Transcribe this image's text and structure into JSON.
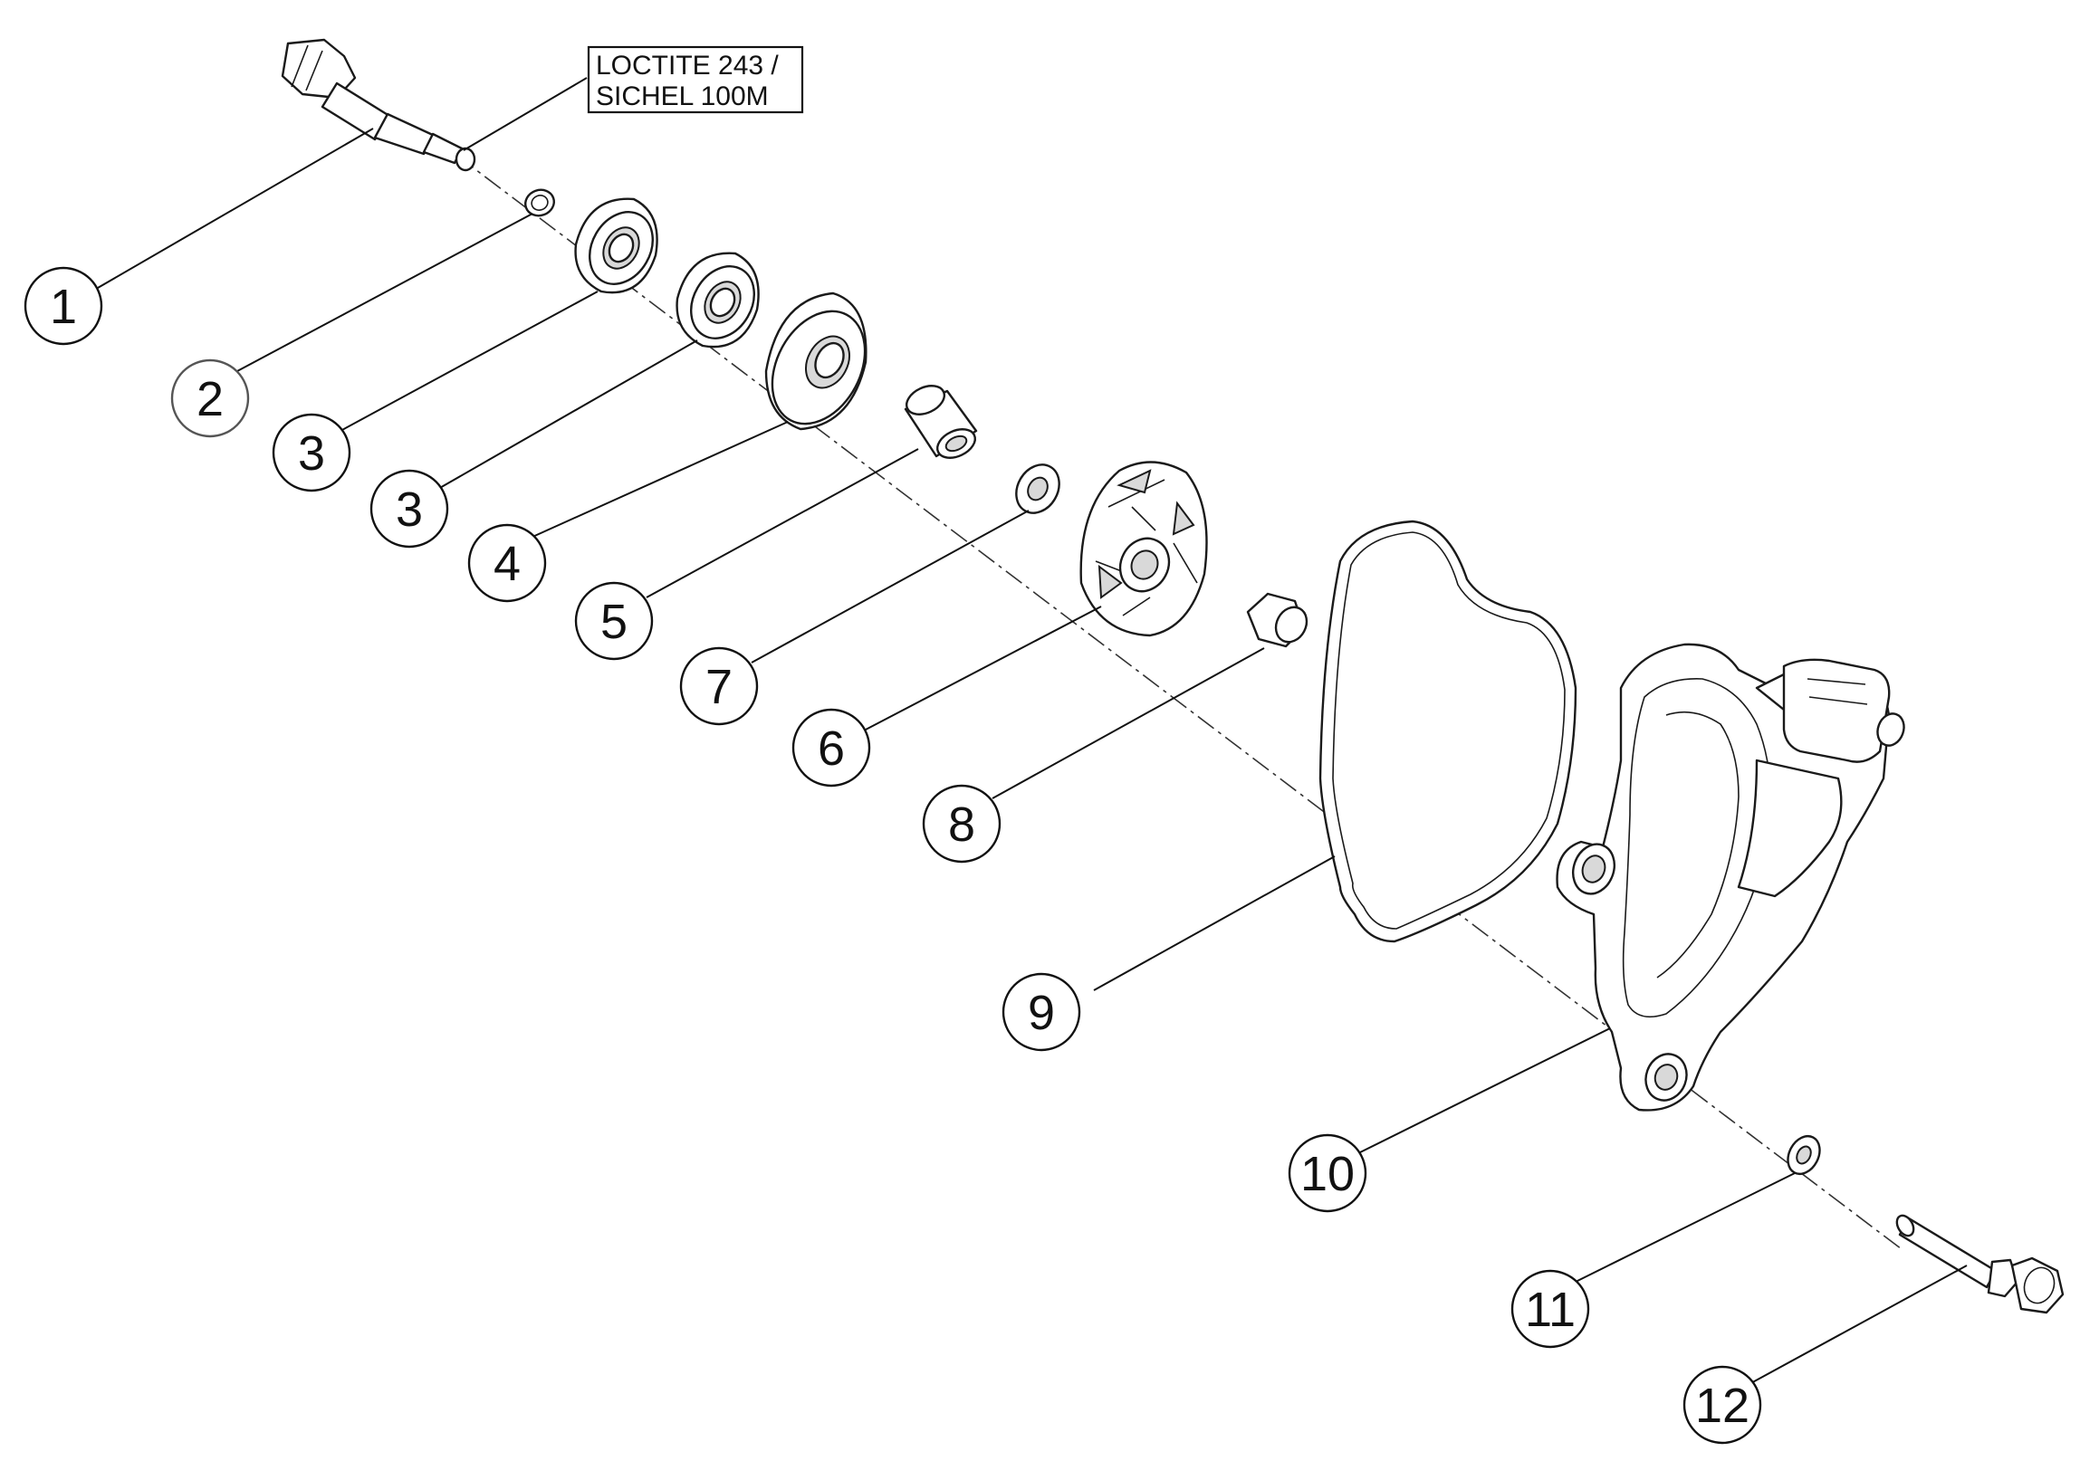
{
  "note": {
    "line1": "LOCTITE 243 /",
    "line2": "SICHEL 100M"
  },
  "callouts": [
    {
      "id": "c1",
      "label": "1"
    },
    {
      "id": "c2",
      "label": "2"
    },
    {
      "id": "c3a",
      "label": "3"
    },
    {
      "id": "c3b",
      "label": "3"
    },
    {
      "id": "c4",
      "label": "4"
    },
    {
      "id": "c5",
      "label": "5"
    },
    {
      "id": "c7",
      "label": "7"
    },
    {
      "id": "c6",
      "label": "6"
    },
    {
      "id": "c8",
      "label": "8"
    },
    {
      "id": "c9",
      "label": "9"
    },
    {
      "id": "c10",
      "label": "10"
    },
    {
      "id": "c11",
      "label": "11"
    },
    {
      "id": "c12",
      "label": "12"
    }
  ],
  "colors": {
    "line": "#1a1a1a",
    "background": "#ffffff"
  }
}
